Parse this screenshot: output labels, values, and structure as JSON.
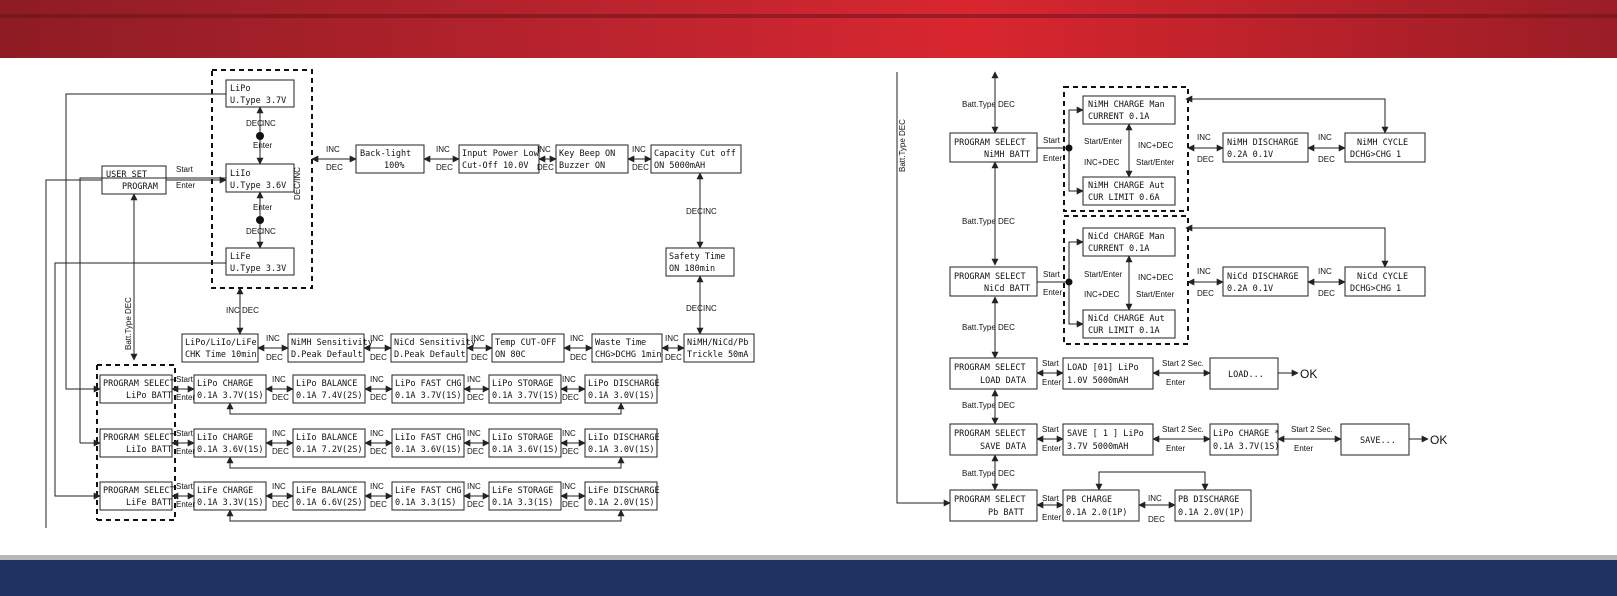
{
  "colors": {
    "top_band": "#c42530",
    "bottom_band": "#1d3260"
  },
  "user_set": {
    "line1": "USER SET",
    "line2": "PROGRAM"
  },
  "vtype": [
    {
      "line1": "LiPo",
      "line2": "U.Type 3.7V"
    },
    {
      "line1": "LiIo",
      "line2": "U.Type 3.6V"
    },
    {
      "line1": "LiFe",
      "line2": "U.Type 3.3V"
    }
  ],
  "settings_row": [
    {
      "line1": "Back-light",
      "line2": "100%"
    },
    {
      "line1": "Input Power Low",
      "line2": "Cut-Off   10.0V"
    },
    {
      "line1": "Key Beep    ON",
      "line2": "Buzzer      ON"
    },
    {
      "line1": "Capacity  Cut off",
      "line2": "ON      5000mAH"
    }
  ],
  "safety_time": {
    "line1": "Safety Time",
    "line2": "ON     180min"
  },
  "settings_row2": [
    {
      "line1": "LiPo/LiIo/LiFe",
      "line2": "CHK Time  10min"
    },
    {
      "line1": "NiMH Sensitivity",
      "line2": "D.Peak Default"
    },
    {
      "line1": "NiCd Sensitivity",
      "line2": "D.Peak Default"
    },
    {
      "line1": "Temp   CUT-OFF",
      "line2": "ON         80C"
    },
    {
      "line1": "Waste Time",
      "line2": "CHG>DCHG 1min"
    },
    {
      "line1": "NiMH/NiCd/Pb",
      "line2": "Trickle  50mA"
    }
  ],
  "lithium_programs": [
    {
      "select": {
        "line1": "PROGRAM SELECT",
        "line2": "LiPo BATT"
      },
      "modes": [
        {
          "line1": "LiPo CHARGE",
          "line2": "0.1A  3.7V(1S)"
        },
        {
          "line1": "LiPo BALANCE",
          "line2": "0.1A  7.4V(2S)"
        },
        {
          "line1": "LiPo FAST CHG",
          "line2": "0.1A   3.7V(1S)"
        },
        {
          "line1": "LiPo STORAGE",
          "line2": "0.1A  3.7V(1S)"
        },
        {
          "line1": "LiPo DISCHARGE",
          "line2": "0.1A   3.0V(1S)"
        }
      ]
    },
    {
      "select": {
        "line1": "PROGRAM SELECT",
        "line2": "LiIo BATT"
      },
      "modes": [
        {
          "line1": "LiIo CHARGE",
          "line2": "0.1A  3.6V(1S)"
        },
        {
          "line1": "LiIo BALANCE",
          "line2": "0.1A  7.2V(2S)"
        },
        {
          "line1": "LiIo FAST CHG",
          "line2": "0.1A   3.6V(1S)"
        },
        {
          "line1": "LiIo STORAGE",
          "line2": "0.1A  3.6V(1S)"
        },
        {
          "line1": "LiIo DISCHARGE",
          "line2": "0.1A   3.0V(1S)"
        }
      ]
    },
    {
      "select": {
        "line1": "PROGRAM SELECT",
        "line2": "LiFe BATT"
      },
      "modes": [
        {
          "line1": "LiFe CHARGE",
          "line2": "0.1A  3.3V(1S)"
        },
        {
          "line1": "LiFe BALANCE",
          "line2": "0.1A  6.6V(2S)"
        },
        {
          "line1": "LiFe FAST CHG",
          "line2": "0.1A   3.3(1S)"
        },
        {
          "line1": "LiFe STORAGE",
          "line2": "0.1A  3.3(1S)"
        },
        {
          "line1": "LiFe DISCHARGE",
          "line2": "0.1A   2.0V(1S)"
        }
      ]
    }
  ],
  "nimh": {
    "select": {
      "line1": "PROGRAM SELECT",
      "line2": "NiMH BATT"
    },
    "charge_man": {
      "line1": "NiMH CHARGE  Man",
      "line2": "CURRENT     0.1A"
    },
    "charge_aut": {
      "line1": "NiMH CHARGE  Aut",
      "line2": "CUR LIMIT  0.6A"
    },
    "discharge": {
      "line1": "NiMH DISCHARGE",
      "line2": "0.2A        0.1V"
    },
    "cycle": {
      "line1": "NiMH CYCLE",
      "line2": "DCHG>CHG   1"
    }
  },
  "nicd": {
    "select": {
      "line1": "PROGRAM SELECT",
      "line2": "NiCd BATT"
    },
    "charge_man": {
      "line1": "NiCd CHARGE  Man",
      "line2": "CURRENT     0.1A"
    },
    "charge_aut": {
      "line1": "NiCd CHARGE  Aut",
      "line2": "CUR LIMIT  0.1A"
    },
    "discharge": {
      "line1": "NiCd DISCHARGE",
      "line2": "0.2A        0.1V"
    },
    "cycle": {
      "line1": "NiCd CYCLE",
      "line2": "DCHG>CHG   1"
    }
  },
  "load": {
    "select": {
      "line1": "PROGRAM SELECT",
      "line2": "LOAD DATA"
    },
    "data": {
      "line1": "LOAD [01]  LiPo",
      "line2": "1.0V   5000mAH"
    },
    "action": "LOAD...",
    "ok": "OK"
  },
  "save": {
    "select": {
      "line1": "PROGRAM SELECT",
      "line2": "SAVE DATA"
    },
    "data": {
      "line1": "SAVE [ 1 ]  LiPo",
      "line2": "3.7V   5000mAH"
    },
    "charge": {
      "line1": "LiPo CHARGE *",
      "line2": "0.1A  3.7V(1S)"
    },
    "action": "SAVE...",
    "ok": "OK"
  },
  "pb": {
    "select": {
      "line1": "PROGRAM SELECT",
      "line2": "Pb BATT"
    },
    "charge": {
      "line1": "PB CHARGE",
      "line2": "0.1A    2.0(1P)"
    },
    "discharge": {
      "line1": "PB DISCHARGE",
      "line2": "0.1A    2.0V(1P)"
    }
  },
  "labels": {
    "inc": "INC",
    "dec": "DEC",
    "start": "Start",
    "enter": "Enter",
    "start_enter": "Start/Enter",
    "inc_dec": "INC+DEC",
    "start_2sec": "Start 2 Sec.",
    "batt_type_dec": "Batt.Type  DEC",
    "dec_inc": "DEC/INC",
    "batt_type_dec_vertical": "Batt.Type  DEC"
  }
}
